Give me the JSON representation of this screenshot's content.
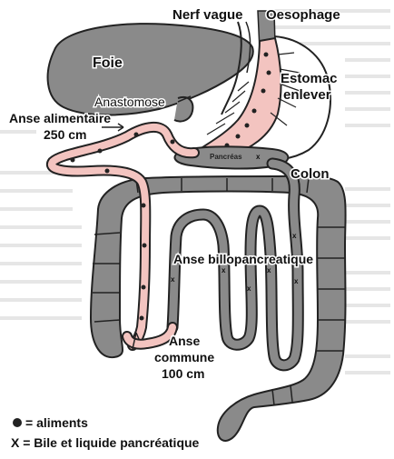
{
  "labels": {
    "nerf_vague": "Nerf vague",
    "oesophage": "Oesophage",
    "foie": "Foie",
    "estomac_line1": "Estomac",
    "estomac_line2": "enlever",
    "anastomose": "Anastomose",
    "anse_alimentaire_line1": "Anse alimentaire",
    "anse_alimentaire_line2": "250 cm",
    "pancreas": "Pancréas",
    "colon": "Colon",
    "anse_billo": "Anse billopancreatique",
    "anse_commune_line1": "Anse",
    "anse_commune_line2": "commune",
    "anse_commune_line3": "100 cm"
  },
  "legend": {
    "aliments": "= aliments",
    "bile": "X  = Bile et liquide pancréatique"
  },
  "colors": {
    "organ_gray": "#8a8a8a",
    "stomach_pink": "#f3c4c0",
    "outline": "#222222"
  }
}
